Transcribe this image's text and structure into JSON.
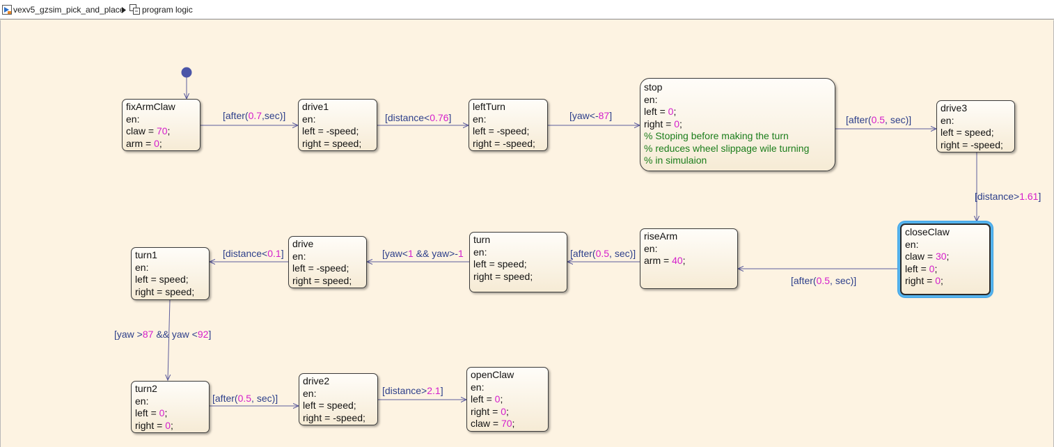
{
  "breadcrumb": {
    "model": "vexv5_gzsim_pick_and_place",
    "chart": "program logic",
    "model_icon": "simulink-model-icon",
    "chart_icon": "stateflow-chart-icon",
    "separator_icon": "triangle-right-icon"
  },
  "colors": {
    "canvas": "#fdf3e2",
    "number": "#d41ecb",
    "comment": "#1b7d1b",
    "label": "#2d3f8a",
    "wire": "#5c5c9c",
    "active_highlight": "#56b4ee"
  },
  "states": {
    "fixArmClaw": {
      "name": "fixArmClaw",
      "en": "en:",
      "claw_pre": "claw = ",
      "claw_val": "70",
      "claw_post": ";",
      "arm_pre": "arm = ",
      "arm_val": "0",
      "arm_post": ";"
    },
    "drive1": {
      "name": "drive1",
      "en": "en:",
      "l1": "left = -speed;",
      "l2": "right = speed;"
    },
    "leftTurn": {
      "name": "leftTurn",
      "en": "en:",
      "l1": "left = -speed;",
      "l2": "right = -speed;"
    },
    "stop": {
      "name": "stop",
      "en": "en:",
      "left_pre": "left = ",
      "left_val": "0",
      "left_post": ";",
      "right_pre": "right = ",
      "right_val": "0",
      "right_post": ";",
      "c1": "% Stoping before making the turn",
      "c2": "%  reduces wheel slippage wile turning",
      "c3": "%  in simulaion"
    },
    "drive3": {
      "name": "drive3",
      "en": "en:",
      "l1": "left = speed;",
      "l2": "right = -speed;"
    },
    "closeClaw": {
      "name": "closeClaw",
      "en": "en:",
      "claw_pre": "claw = ",
      "claw_val": "30",
      "claw_post": ";",
      "left_pre": "left = ",
      "left_val": "0",
      "left_post": ";",
      "right_pre": "right = ",
      "right_val": "0",
      "right_post": ";"
    },
    "riseArm": {
      "name": "riseArm",
      "en": "en:",
      "arm_pre": "arm = ",
      "arm_val": "40",
      "arm_post": ";"
    },
    "turn": {
      "name": "turn",
      "en": "en:",
      "l1": "left = speed;",
      "l2": "right = speed;"
    },
    "drive": {
      "name": "drive",
      "en": "en:",
      "l1": "left = -speed;",
      "l2": "right = speed;"
    },
    "turn1": {
      "name": "turn1",
      "en": "en:",
      "l1": "left = speed;",
      "l2": "right = speed;"
    },
    "turn2": {
      "name": "turn2",
      "en": "en:",
      "left_pre": "left = ",
      "left_val": "0",
      "left_post": ";",
      "right_pre": "right = ",
      "right_val": "0",
      "right_post": ";"
    },
    "drive2": {
      "name": "drive2",
      "en": "en:",
      "l1": "left = speed;",
      "l2": "right = -speed;"
    },
    "openClaw": {
      "name": "openClaw",
      "en": "en:",
      "left_pre": "left = ",
      "left_val": "0",
      "left_post": ";",
      "right_pre": "right = ",
      "right_val": "0",
      "right_post": ";",
      "claw_pre": "claw = ",
      "claw_val": "70",
      "claw_post": ";"
    }
  },
  "transitions": {
    "t1": {
      "pre": "[after(",
      "num": "0.7",
      "post": ",sec)]"
    },
    "t2": {
      "pre": "[distance<",
      "num": "0.76",
      "post": "]"
    },
    "t3": {
      "pre": "[yaw<-",
      "num": "87",
      "post": "]"
    },
    "t4": {
      "pre": "[after(",
      "num": "0.5",
      "post": ", sec)]"
    },
    "t5": {
      "pre": "[distance>",
      "num": "1.61",
      "post": "]"
    },
    "t6": {
      "pre": "[after(",
      "num": "0.5",
      "post": ", sec)]"
    },
    "t7": {
      "pre": "[after(",
      "num": "0.5",
      "post": ", sec)]"
    },
    "t8": {
      "pre1": "[yaw<",
      "num1": "1",
      "mid": " && yaw>-",
      "num2": "1"
    },
    "t9": {
      "pre": "[distance<",
      "num": "0.1",
      "post": "]"
    },
    "t10": {
      "pre1": "[yaw >",
      "num1": "87",
      "mid": " && yaw <",
      "num2": "92",
      "post": "]"
    },
    "t11": {
      "pre": "[after(",
      "num": "0.5",
      "post": ", sec)]"
    },
    "t12": {
      "pre": "[distance>",
      "num": "2.1",
      "post": "]"
    }
  }
}
